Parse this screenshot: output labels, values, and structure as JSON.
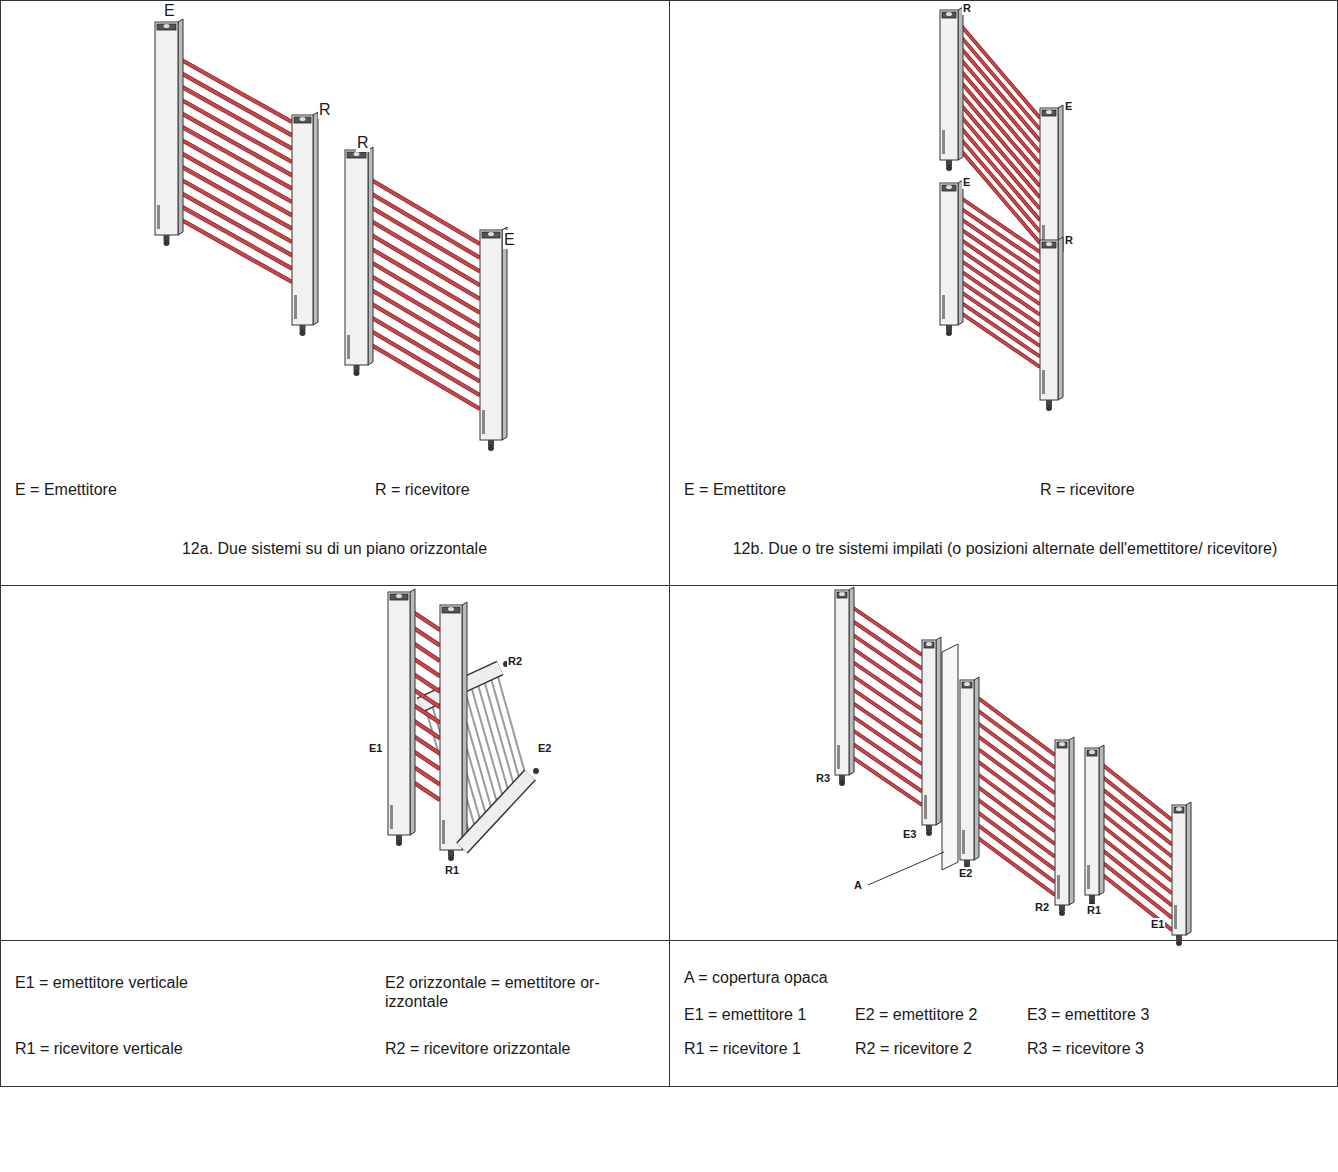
{
  "diagram": {
    "labels": [
      "E",
      "R",
      "R",
      "E",
      "E = Emettitore",
      "R = ricevitore",
      "12a. Due sistemi su di un piano orizzontale",
      "R",
      "E",
      "E",
      "R",
      "E = Emettitore",
      "R = ricevitore",
      "12b. Due o tre sistemi impilati (o posizioni alternate dell'emettitore/ ricevitore)",
      "R2",
      "E1",
      "E2",
      "R1",
      "R3",
      "E3",
      "A",
      "E2",
      "R2",
      "R1",
      "E1",
      "E1 = emettitore verticale",
      "E2 orizzontale = emettitore or- izzontale",
      "R1 = ricevitore verticale",
      "R2 = ricevitore orizzontale",
      "A = copertura opaca",
      "E1 = emettitore 1",
      "E2 = emettitore 2",
      "E3 = emettitore 3",
      "R1 = ricevitore 1",
      "R2 = ricevitore 2",
      "R3 = ricevitore 3"
    ]
  }
}
